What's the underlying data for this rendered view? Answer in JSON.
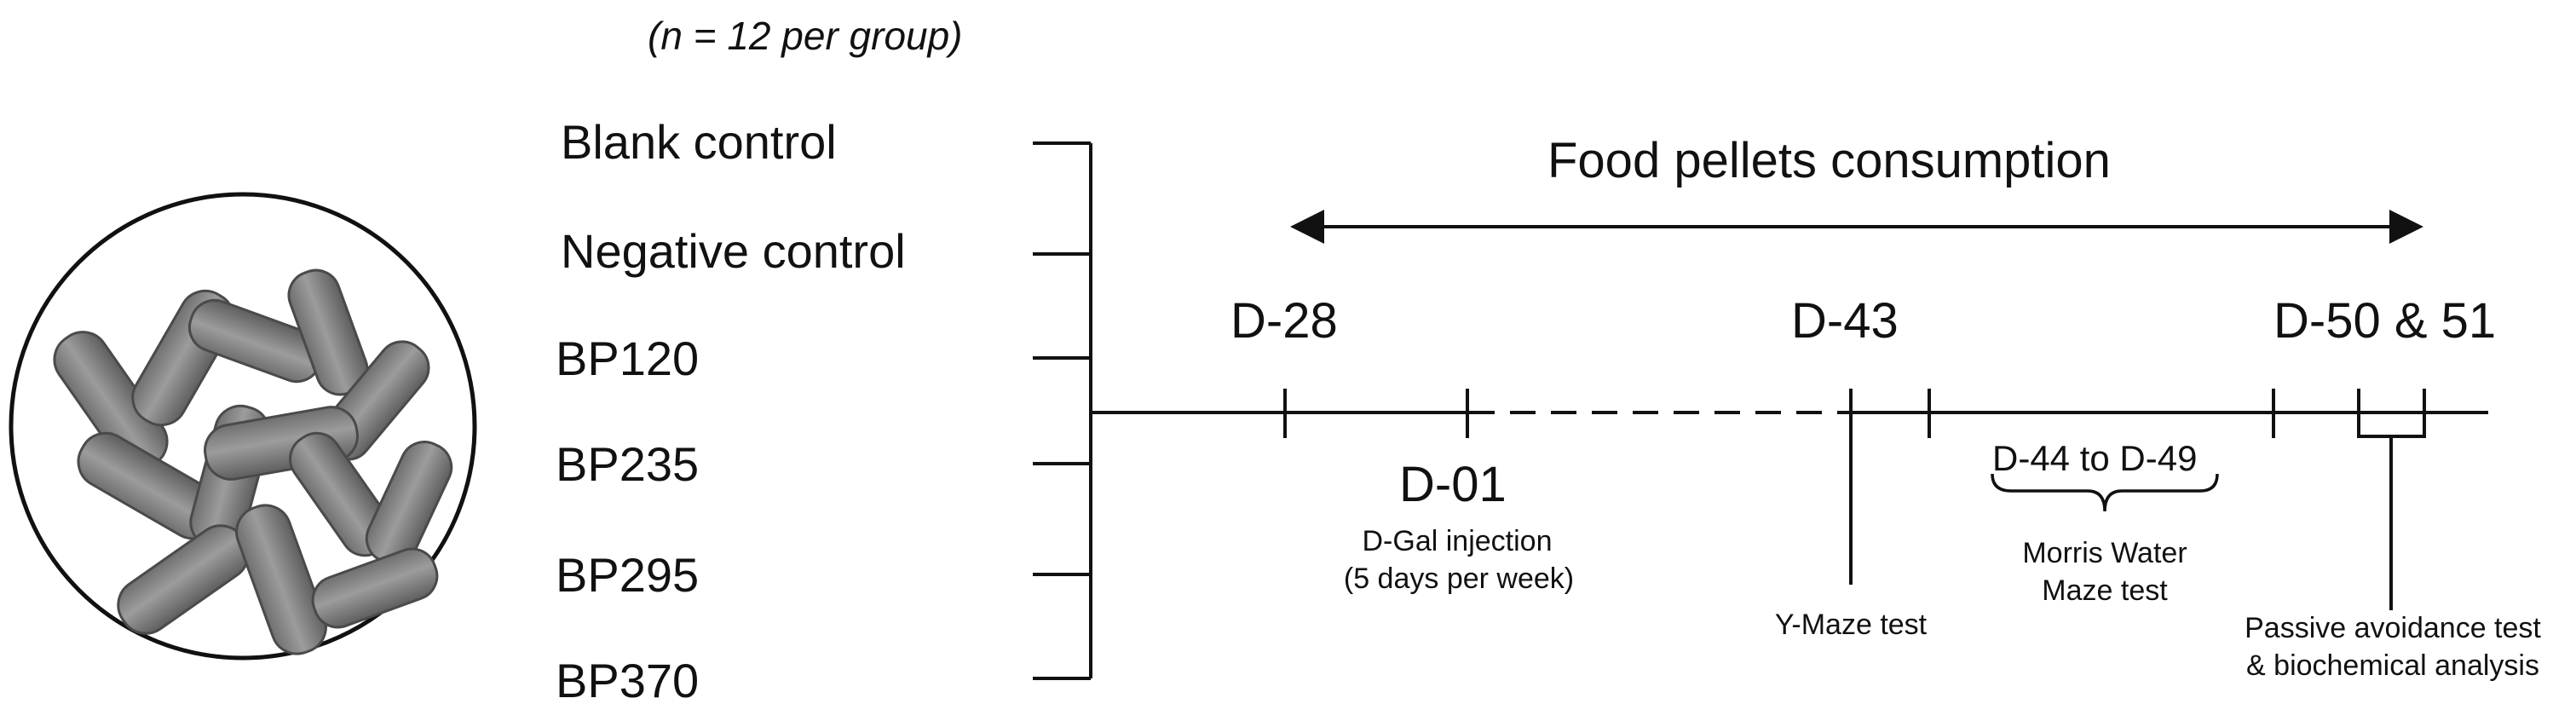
{
  "note": "(n = 12 per group)",
  "groups": [
    {
      "label": "Blank control"
    },
    {
      "label": "Negative control"
    },
    {
      "label": "BP120"
    },
    {
      "label": "BP235"
    },
    {
      "label": "BP295"
    },
    {
      "label": "BP370"
    }
  ],
  "banner": "Food pellets consumption",
  "days": {
    "d28": "D-28",
    "d43": "D-43",
    "d50": "D-50 & 51",
    "d01": "D-01",
    "d44": "D-44 to D-49"
  },
  "events": {
    "dgal_1": "D-Gal injection",
    "dgal_2": "(5 days per week)",
    "ymaze": "Y-Maze test",
    "morris_1": "Morris Water",
    "morris_2": "Maze test",
    "passive_1": "Passive avoidance test",
    "passive_2": "& biochemical analysis"
  },
  "pellet_image_icon": "food-pellets-icon"
}
